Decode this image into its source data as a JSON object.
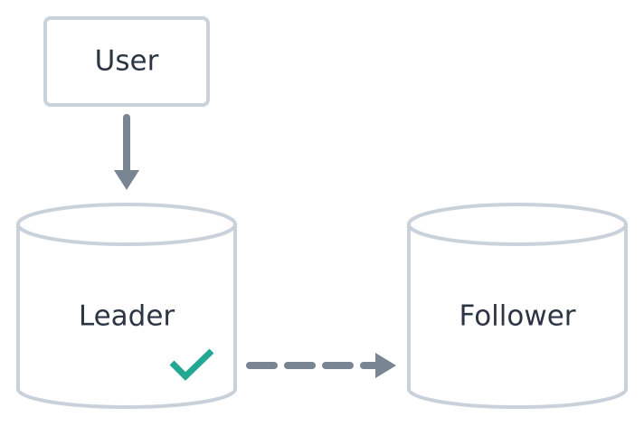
{
  "nodes": {
    "user": {
      "label": "User"
    },
    "leader": {
      "label": "Leader"
    },
    "follower": {
      "label": "Follower"
    }
  },
  "colors": {
    "node_border": "#c9d2da",
    "text": "#2b3544",
    "arrow": "#7a8593",
    "check": "#25a893"
  },
  "edges": [
    {
      "from": "user",
      "to": "leader",
      "style": "solid"
    },
    {
      "from": "leader",
      "to": "follower",
      "style": "dashed"
    }
  ],
  "status": {
    "leader": "check-icon"
  }
}
